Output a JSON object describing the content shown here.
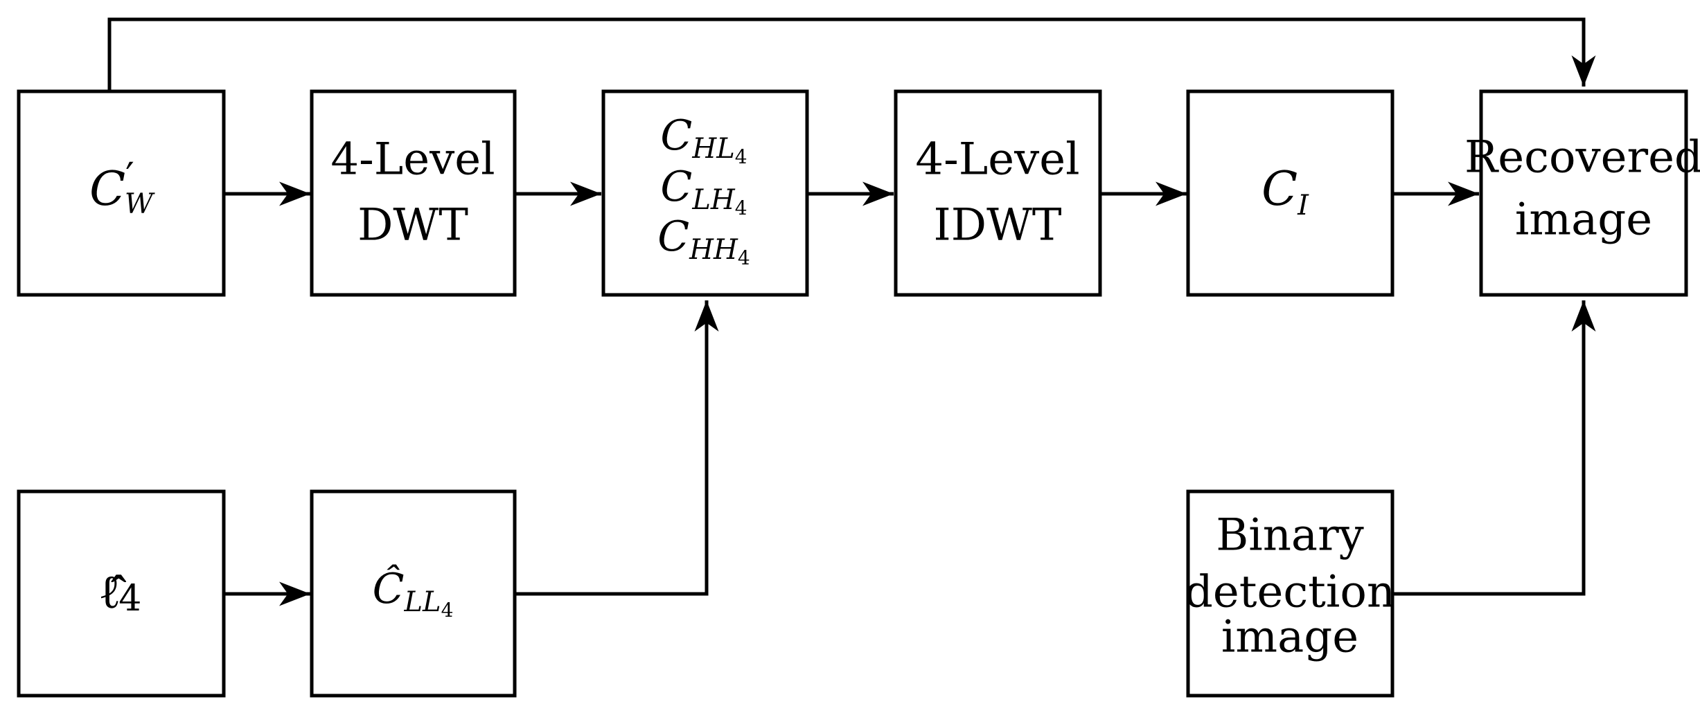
{
  "blocks": {
    "cw_prime": {
      "base": "C",
      "prime": "′",
      "sub": "W"
    },
    "dwt": {
      "line1": "4-Level",
      "line2": "DWT"
    },
    "detail_coeffs": [
      {
        "base": "C",
        "sub": "HL",
        "subsub": "4"
      },
      {
        "base": "C",
        "sub": "LH",
        "subsub": "4"
      },
      {
        "base": "C",
        "sub": "HH",
        "subsub": "4"
      }
    ],
    "idwt": {
      "line1": "4-Level",
      "line2": "IDWT"
    },
    "ci": {
      "base": "C",
      "sub": "I"
    },
    "recovered": {
      "line1": "Recovered",
      "line2": "image"
    },
    "ell4": {
      "base": "ℓ̂",
      "sub": "4"
    },
    "cll4_hat": {
      "base": "Ĉ",
      "sub": "LL",
      "subsub": "4"
    },
    "binary": {
      "line1": "Binary",
      "line2": "detection",
      "line3": "image"
    }
  },
  "colors": {
    "stroke": "#000000",
    "background": "#ffffff"
  }
}
